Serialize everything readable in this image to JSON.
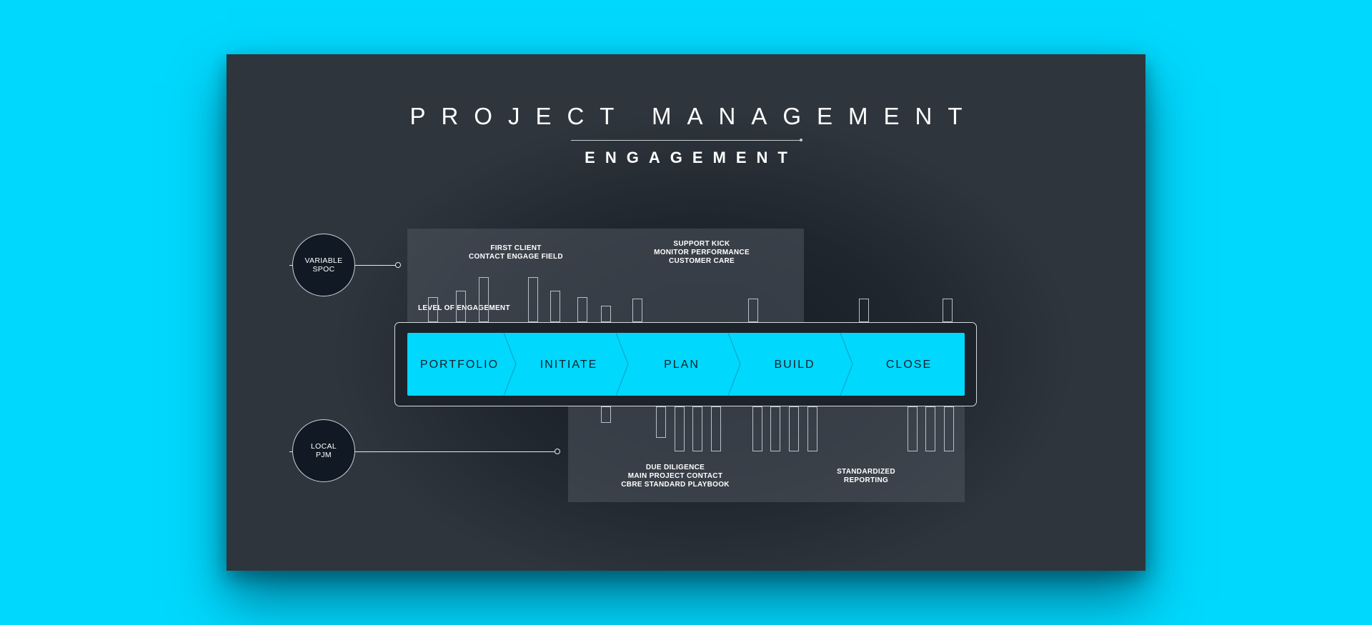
{
  "title": "PROJECT MANAGEMENT",
  "subtitle": "ENGAGEMENT",
  "level_label": "LEVEL OF ENGAGEMENT",
  "annotations": {
    "top_left": [
      "FIRST CLIENT",
      "CONTACT ENGAGE FIELD"
    ],
    "top_right": [
      "SUPPORT KICK",
      "MONITOR PERFORMANCE",
      "CUSTOMER CARE"
    ],
    "bottom_left": [
      "DUE DILIGENCE",
      "MAIN PROJECT CONTACT",
      "CBRE STANDARD PLAYBOOK"
    ],
    "bottom_right": [
      "STANDARDIZED",
      "REPORTING"
    ]
  },
  "badges": {
    "top": [
      "VARIABLE",
      "SPOC"
    ],
    "bottom": [
      "LOCAL",
      "PJM"
    ]
  },
  "steps": [
    "PORTFOLIO",
    "INITIATE",
    "PLAN",
    "BUILD",
    "CLOSE"
  ],
  "colors": {
    "accent": "#00d8fd",
    "slide": "#1f262e",
    "text": "#ffffff",
    "step_text": "#14202c"
  }
}
